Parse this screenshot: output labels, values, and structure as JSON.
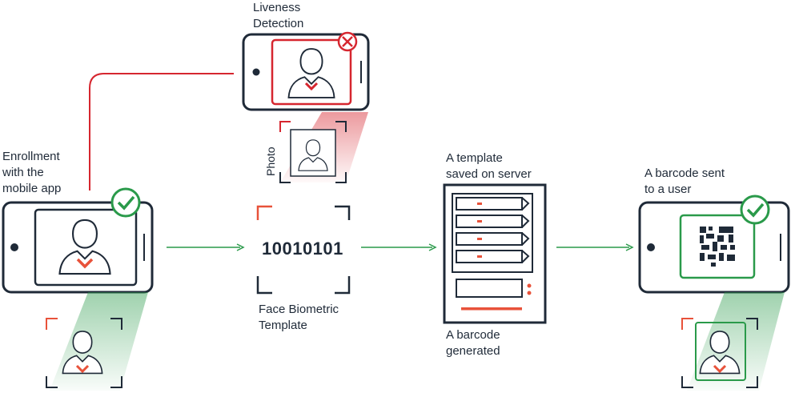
{
  "labels": {
    "liveness": [
      "Liveness",
      "Detection"
    ],
    "enrollment": [
      "Enrollment",
      "with the",
      "mobile app"
    ],
    "photo": "Photo",
    "binary": "10010101",
    "template_caption": [
      "Face Biometric",
      "Template"
    ],
    "server_top": [
      "A template",
      "saved on server"
    ],
    "server_bottom": [
      "A barcode",
      "generated"
    ],
    "barcode_sent": [
      "A barcode sent",
      "to a user"
    ]
  },
  "colors": {
    "dark": "#1f2a38",
    "red": "#d6262f",
    "green": "#2a9a4a",
    "accent_orange": "#e8523a"
  },
  "icons": {
    "check": "check-circle-icon",
    "fail": "x-circle-icon",
    "person": "person-silhouette-icon",
    "server": "server-rack-icon",
    "qr": "qr-code-icon"
  }
}
